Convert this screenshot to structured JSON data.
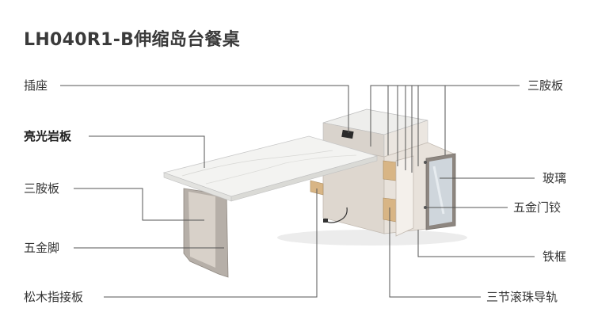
{
  "title": "LH040R1-B伸缩岛台餐桌",
  "labels_left": [
    {
      "key": "socket",
      "text": "插座"
    },
    {
      "key": "rock_slab",
      "text": "亮光岩板"
    },
    {
      "key": "apron_left",
      "text": "三胺板"
    },
    {
      "key": "metal_leg",
      "text": "五金脚"
    },
    {
      "key": "finger_joint_board",
      "text": "松木指接板"
    }
  ],
  "labels_right": [
    {
      "key": "apron_right",
      "text": "三胺板"
    },
    {
      "key": "glass",
      "text": "玻璃"
    },
    {
      "key": "door_hinge",
      "text": "五金门铰"
    },
    {
      "key": "iron_frame",
      "text": "铁框"
    },
    {
      "key": "ball_slide",
      "text": "三节滚珠导轨"
    }
  ],
  "colors": {
    "leader_line": "#555555",
    "marble": "#f1f1ef",
    "cabinet_body": "#e3ddd6",
    "cabinet_shadow": "#cfc7be",
    "metal": "#b9b3ad",
    "wood": "#d9b98a",
    "glass": "#c9d3dc"
  }
}
